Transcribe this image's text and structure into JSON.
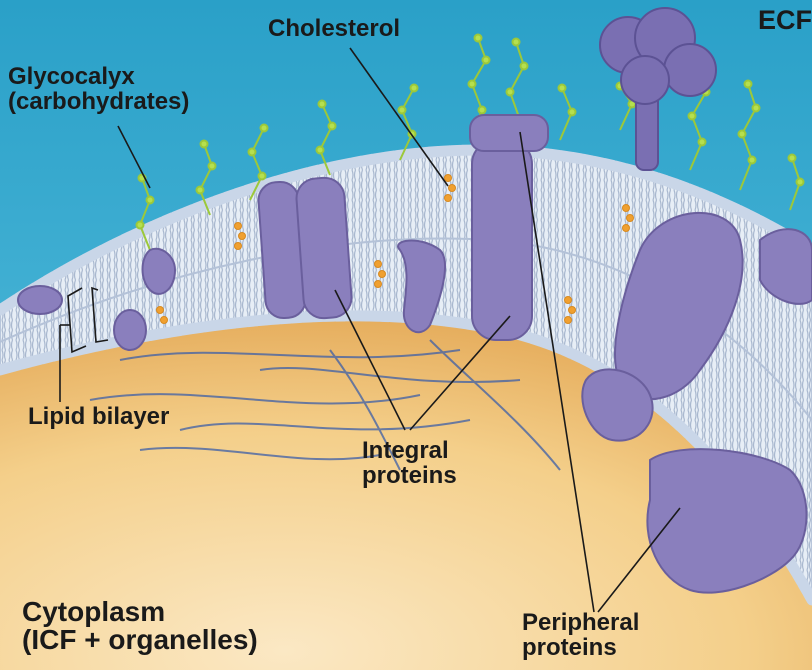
{
  "labels": {
    "ecf": "ECF",
    "cholesterol": "Cholesterol",
    "glycocalyx": [
      "Glycocalyx",
      "(carbohydrates)"
    ],
    "lipid_bilayer": "Lipid bilayer",
    "integral_proteins": [
      "Integral",
      "proteins"
    ],
    "cytoplasm": [
      "Cytoplasm",
      "(ICF + organelles)"
    ],
    "peripheral_proteins": [
      "Peripheral",
      "proteins"
    ]
  },
  "colors": {
    "extracellular": "#3fb0d4",
    "cytoplasm": "#f3c880",
    "membrane_band": "#dde7f2",
    "phospholipid_head": "#c9d6e8",
    "protein": "#8a7fbd",
    "protein_shadow": "#6a5f9d",
    "glycocalyx": "#a8d64a",
    "cholesterol": "#f0a030",
    "cytoskeleton": "#3d5fa8",
    "leader_line": "#1a1a1a"
  }
}
